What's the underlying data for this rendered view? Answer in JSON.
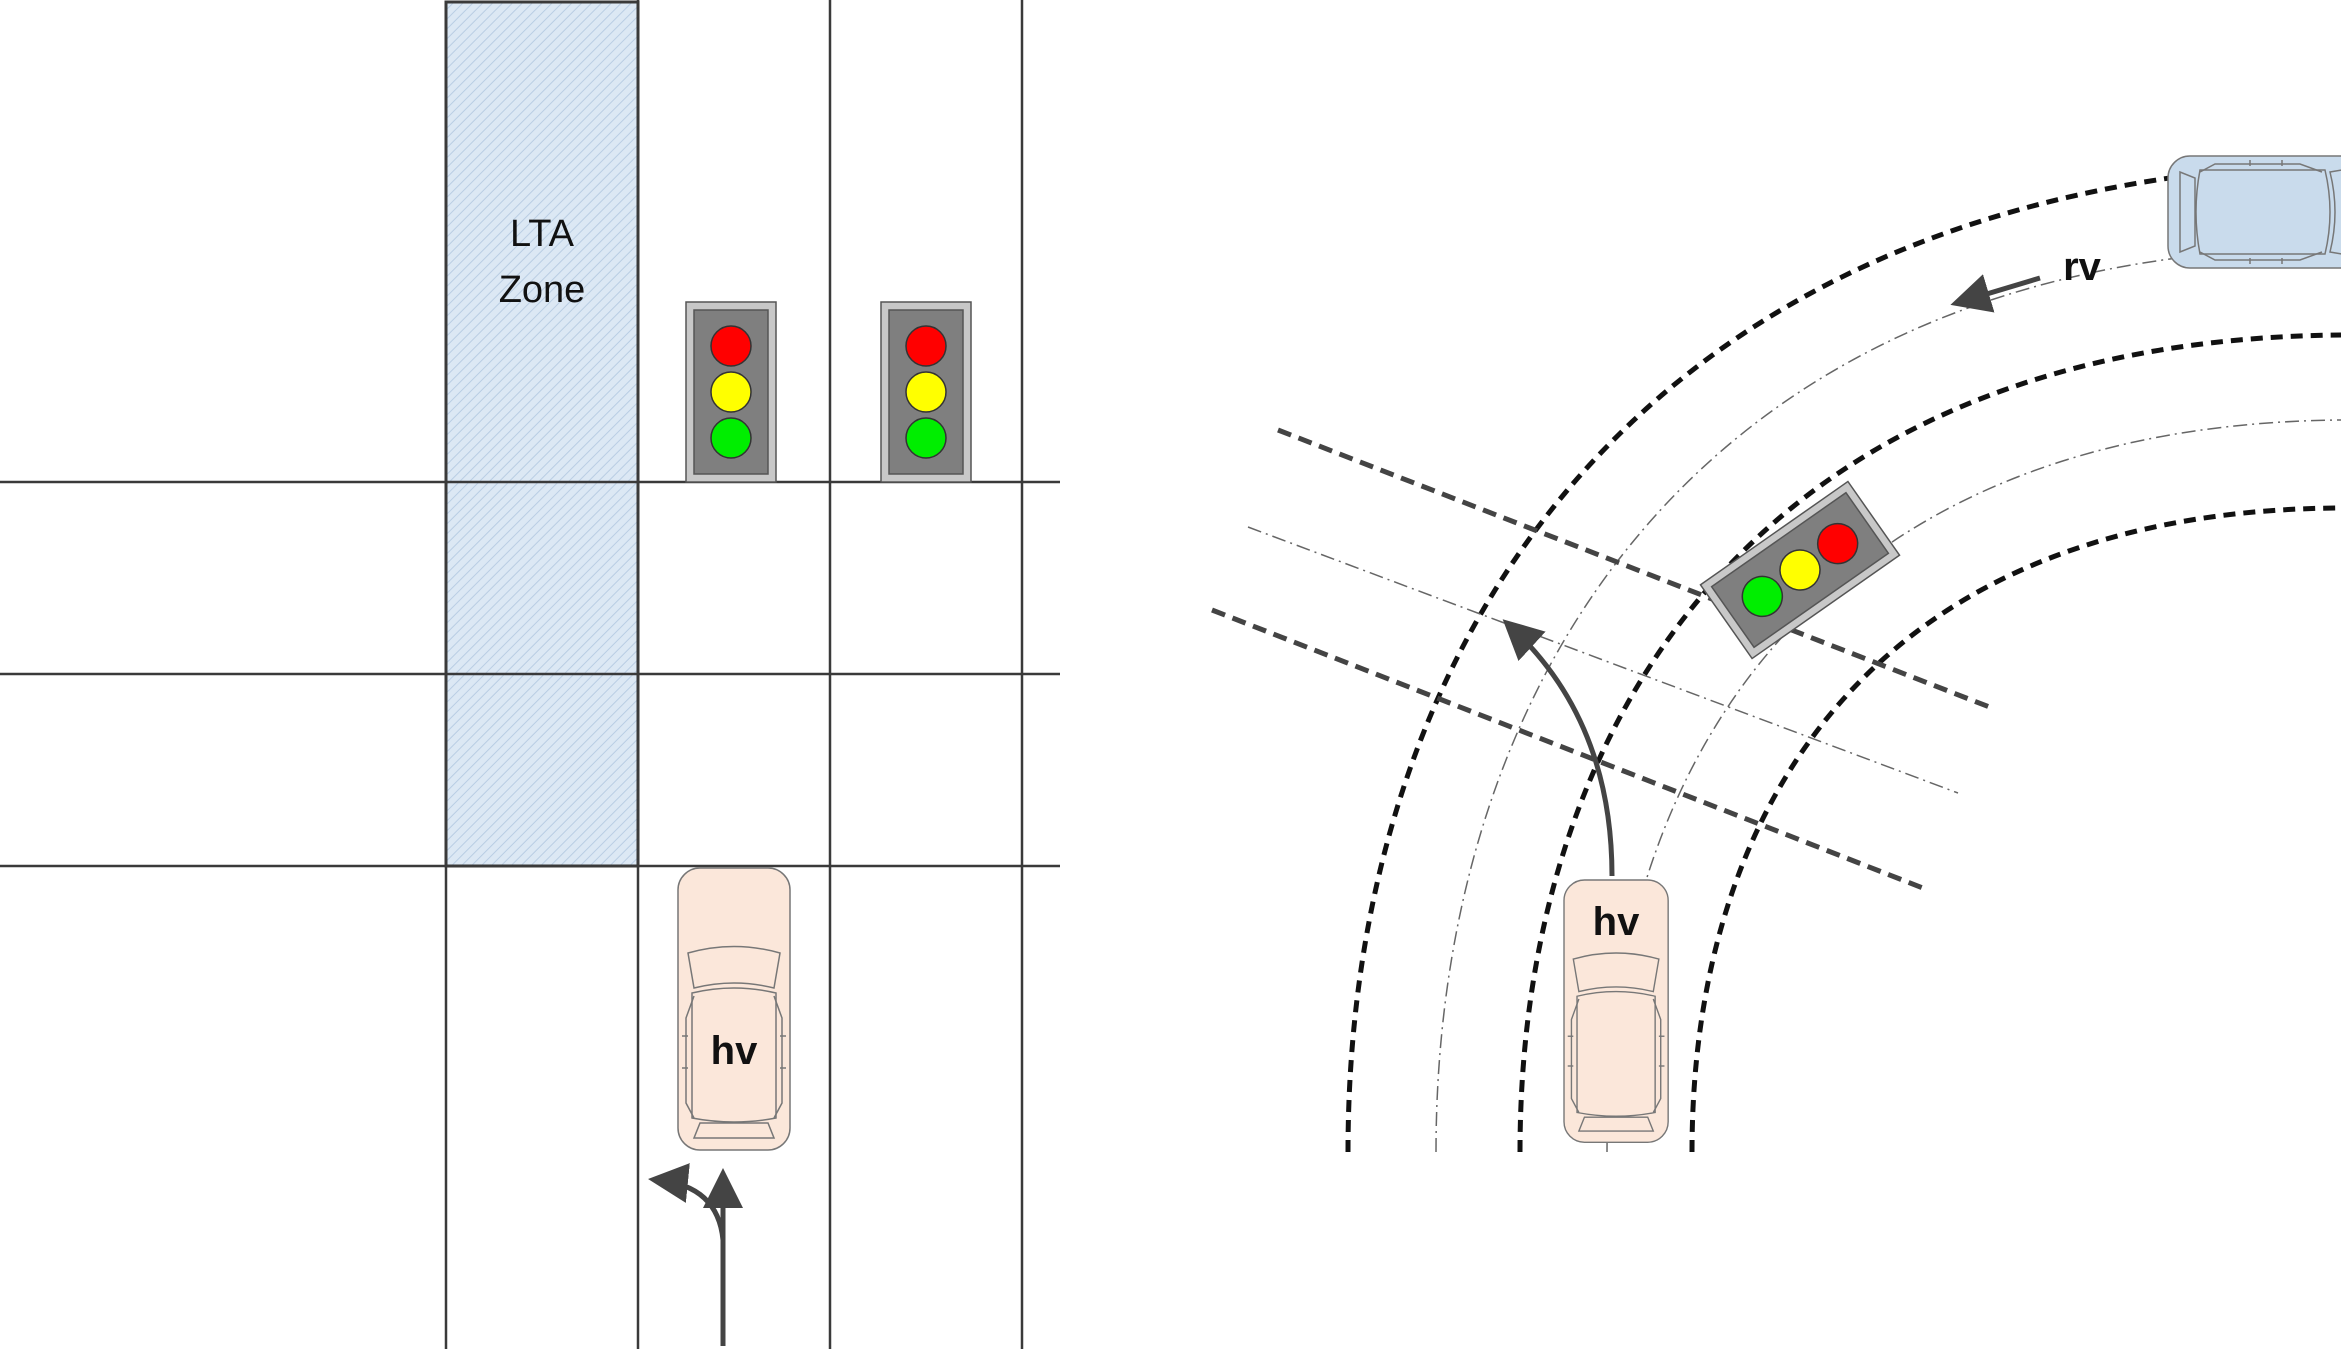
{
  "left_panel": {
    "zone_label_line1": "LTA",
    "zone_label_line2": "Zone",
    "host_vehicle_label": "hv"
  },
  "right_panel": {
    "host_vehicle_label": "hv",
    "remote_vehicle_label": "rv"
  },
  "colors": {
    "road_line": "#3a3a3a",
    "zone_fill": "#dce8f4",
    "zone_hatch": "#b9cde3",
    "host_vehicle": "#fbe7da",
    "remote_vehicle": "#c9dbec",
    "signal_red": "#ff0000",
    "signal_yellow": "#ffff00",
    "signal_green": "#00ee00",
    "signal_housing": "#7f7f7f",
    "signal_frame": "#c8c8c8",
    "arrow": "#444444"
  }
}
